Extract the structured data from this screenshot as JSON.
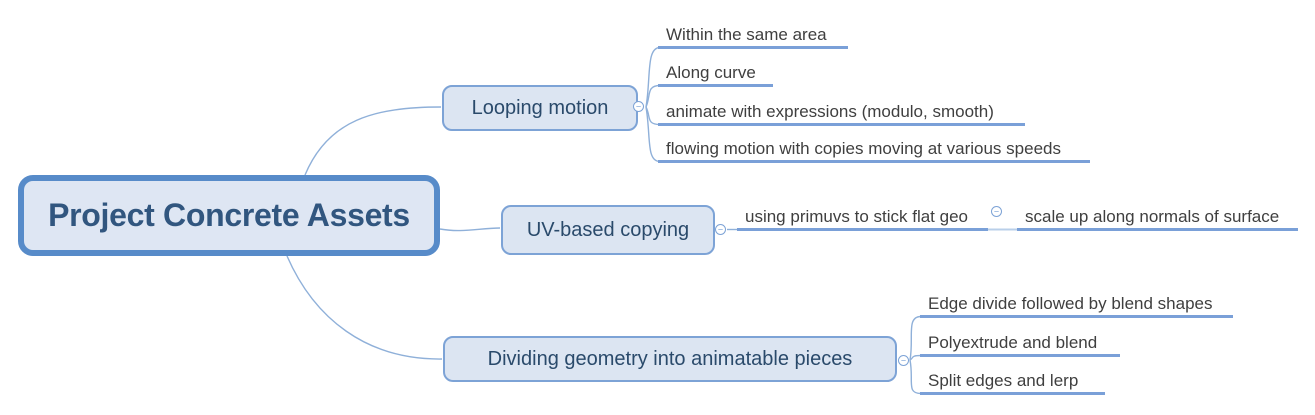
{
  "icons": {
    "collapse_glyph": "−"
  },
  "colors": {
    "root_border": "#578bc9",
    "root_fill": "#dee6f3",
    "root_text": "#31567f",
    "branch_border": "#7da3d6",
    "branch_fill": "#dce5f2",
    "branch_text": "#2a4a6b",
    "leaf_text": "#3f3f3f",
    "underline": "#7aa0d8",
    "connector": "#8fb0d9"
  },
  "map": {
    "root": {
      "label": "Project Concrete Assets"
    },
    "branches": [
      {
        "label": "Looping motion",
        "children": [
          {
            "label": "Within the same area"
          },
          {
            "label": "Along curve"
          },
          {
            "label": "animate with expressions (modulo, smooth)"
          },
          {
            "label": "flowing motion with copies moving at various speeds"
          }
        ]
      },
      {
        "label": "UV-based copying",
        "children": [
          {
            "label": "using primuvs to stick flat geo",
            "children": [
              {
                "label": "scale up along normals of surface"
              }
            ]
          }
        ]
      },
      {
        "label": "Dividing geometry into animatable pieces",
        "children": [
          {
            "label": "Edge divide followed by blend shapes"
          },
          {
            "label": "Polyextrude and blend"
          },
          {
            "label": "Split edges and lerp"
          }
        ]
      }
    ]
  }
}
